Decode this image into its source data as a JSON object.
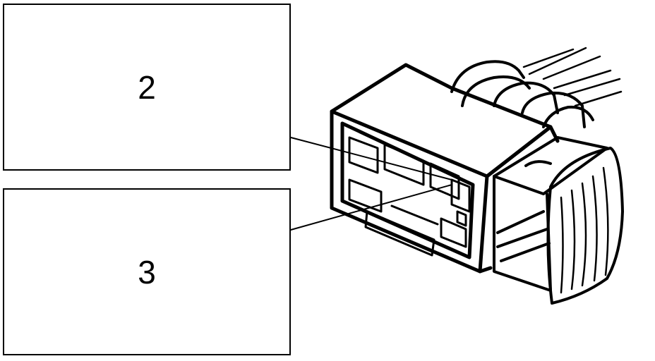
{
  "callouts": [
    {
      "id": "2",
      "label": "2"
    },
    {
      "id": "3",
      "label": "3"
    }
  ],
  "colors": {
    "ink": "#000000",
    "paper": "#ffffff"
  }
}
